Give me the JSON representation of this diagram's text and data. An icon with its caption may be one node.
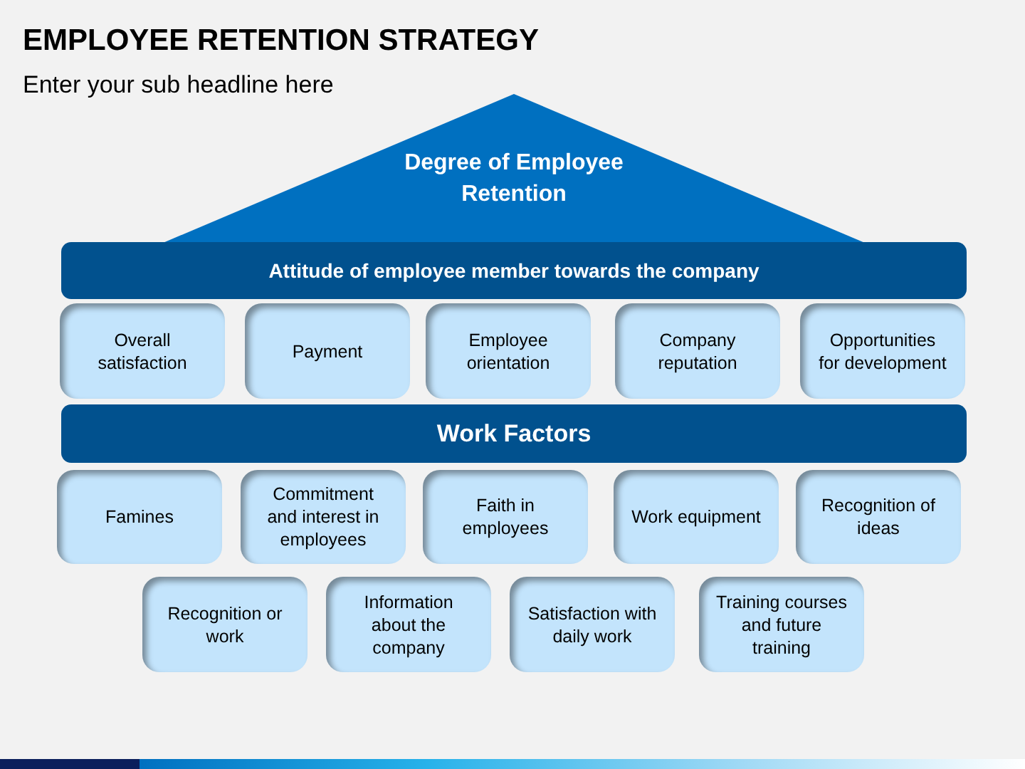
{
  "diagram": {
    "title": "EMPLOYEE RETENTION STRATEGY",
    "nodes": [
      {
        "text": [
          "Degree of Employee Retention"
        ]
      },
      {
        "text": [
          "Attitude of employee member towards the company"
        ]
      },
      {
        "text": [
          "Overall satisfaction"
        ]
      },
      {
        "text": [
          "Payment"
        ]
      },
      {
        "text": [
          "Employee orientation"
        ]
      },
      {
        "text": [
          "Company reputation"
        ]
      },
      {
        "text": [
          "Opportunities for development"
        ]
      },
      {
        "text": [
          "Work Factors"
        ]
      },
      {
        "text": [
          "Famines"
        ]
      },
      {
        "text": [
          "Commitment and interest in employees"
        ]
      },
      {
        "text": [
          "Faith in employees"
        ]
      },
      {
        "text": [
          "Work equipment"
        ]
      },
      {
        "text": [
          "Recognition of ideas"
        ]
      },
      {
        "text": [
          "Recognition or work"
        ]
      },
      {
        "text": [
          "Information about the company"
        ]
      },
      {
        "text": [
          "Satisfaction with daily work"
        ]
      },
      {
        "text": [
          "Training courses and future training"
        ]
      }
    ],
    "labels": [
      "Enter your sub headline here"
    ]
  }
}
